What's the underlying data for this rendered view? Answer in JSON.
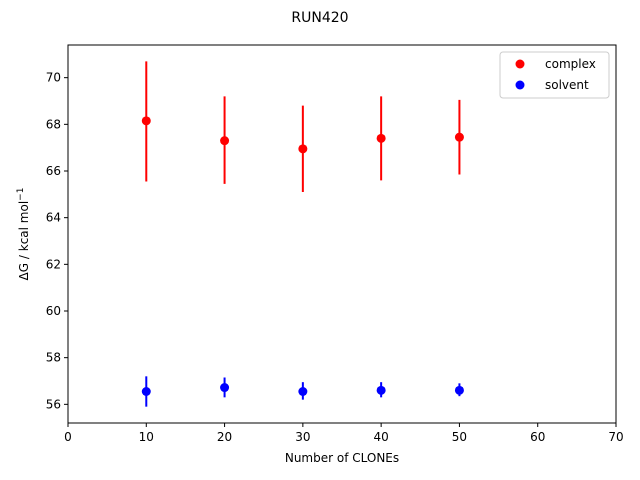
{
  "chart_data": {
    "type": "scatter",
    "title": "RUN420",
    "xlabel": "Number of CLONEs",
    "ylabel_main": "ΔG / kcal mol",
    "ylabel_sup": "−1",
    "xlim": [
      0,
      70
    ],
    "ylim": [
      55.2,
      71.4
    ],
    "xticks": [
      "0",
      "10",
      "20",
      "30",
      "40",
      "50",
      "60",
      "70"
    ],
    "yticks": [
      "56",
      "58",
      "60",
      "62",
      "64",
      "66",
      "68",
      "70"
    ],
    "grid": false,
    "legend_position": "top-right",
    "x": [
      10,
      20,
      30,
      40,
      50
    ],
    "series": [
      {
        "name": "complex",
        "color": "#ff0000",
        "values": [
          68.15,
          67.3,
          66.95,
          67.4,
          67.45
        ],
        "err_low": [
          65.55,
          65.45,
          65.1,
          65.6,
          65.85
        ],
        "err_high": [
          70.7,
          69.2,
          68.8,
          69.2,
          69.05
        ]
      },
      {
        "name": "solvent",
        "color": "#0000ff",
        "values": [
          56.55,
          56.72,
          56.55,
          56.6,
          56.6
        ],
        "err_low": [
          55.9,
          56.3,
          56.2,
          56.3,
          56.35
        ],
        "err_high": [
          57.2,
          57.15,
          56.95,
          56.95,
          56.9
        ]
      }
    ]
  }
}
